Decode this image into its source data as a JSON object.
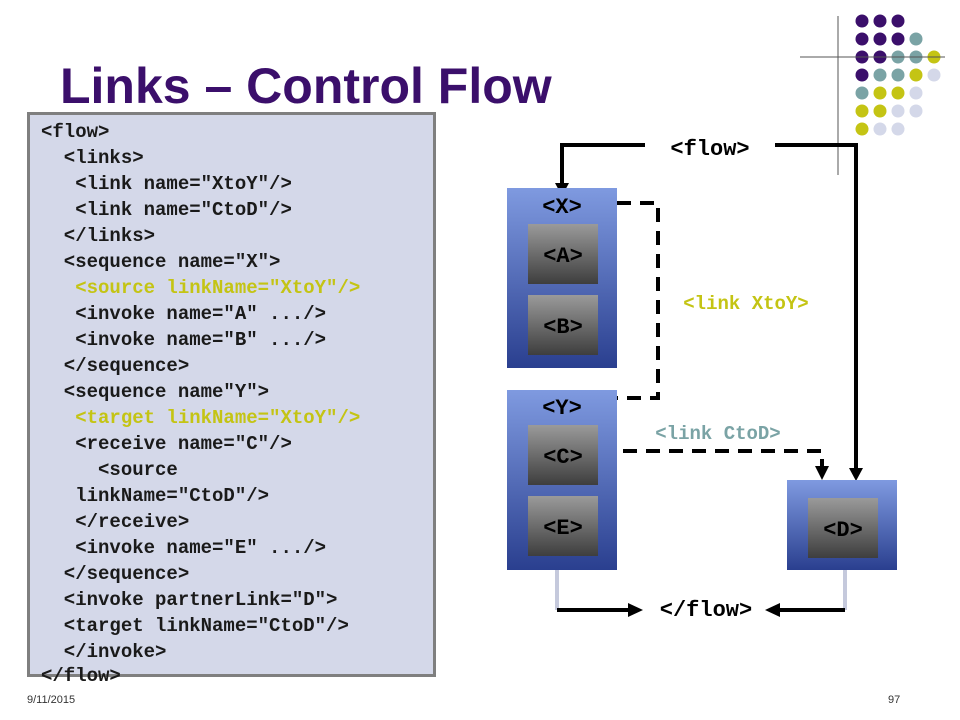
{
  "slide": {
    "title": "Links – Control Flow",
    "footer_date": "9/11/2015",
    "footer_page": "97"
  },
  "code": {
    "lines": [
      {
        "text": "<flow>",
        "highlight": false
      },
      {
        "text": "  <links>",
        "highlight": false
      },
      {
        "text": "   <link name=\"XtoY\"/>",
        "highlight": false
      },
      {
        "text": "   <link name=\"CtoD\"/>",
        "highlight": false
      },
      {
        "text": "  </links>",
        "highlight": false
      },
      {
        "text": "  <sequence name=\"X\">",
        "highlight": false
      },
      {
        "text": "   <source linkName=\"XtoY\"/>",
        "highlight": true
      },
      {
        "text": "   <invoke name=\"A\" .../>",
        "highlight": false
      },
      {
        "text": "   <invoke name=\"B\" .../>",
        "highlight": false
      },
      {
        "text": "  </sequence>",
        "highlight": false
      },
      {
        "text": "  <sequence name\"Y\">",
        "highlight": false
      },
      {
        "text": "   <target linkName=\"XtoY\"/>",
        "highlight": true
      },
      {
        "text": "   <receive name=\"C\"/>",
        "highlight": false
      },
      {
        "text": "     <source",
        "highlight": false
      },
      {
        "text": "   linkName=\"CtoD\"/>",
        "highlight": false
      },
      {
        "text": "   </receive>",
        "highlight": false
      },
      {
        "text": "   <invoke name=\"E\" .../>",
        "highlight": false
      },
      {
        "text": "  </sequence>",
        "highlight": false
      },
      {
        "text": "  <invoke partnerLink=\"D\">",
        "highlight": false
      },
      {
        "text": "  <target linkName=\"CtoD\"/>",
        "highlight": false
      },
      {
        "text": "  </invoke>",
        "highlight": false
      },
      {
        "text": "</flow>",
        "highlight": false
      }
    ]
  },
  "diagram": {
    "flow_start_label": "<flow>",
    "flow_end_label": "</flow>",
    "seq_x_label": "<X>",
    "seq_y_label": "<Y>",
    "act_a_label": "<A>",
    "act_b_label": "<B>",
    "act_c_label": "<C>",
    "act_e_label": "<E>",
    "act_d_label": "<D>",
    "link_xtoy_label": "<link XtoY>",
    "link_ctod_label": "<link CtoD>"
  },
  "colors": {
    "title": "#3b0f6b",
    "highlight": "#c4c414",
    "panel_bg": "#d4d8e9",
    "dot_purple": "#3b0f6b",
    "dot_teal": "#7aa3a5",
    "dot_yellow": "#c4c414",
    "dot_lavender": "#d4d8e9"
  }
}
